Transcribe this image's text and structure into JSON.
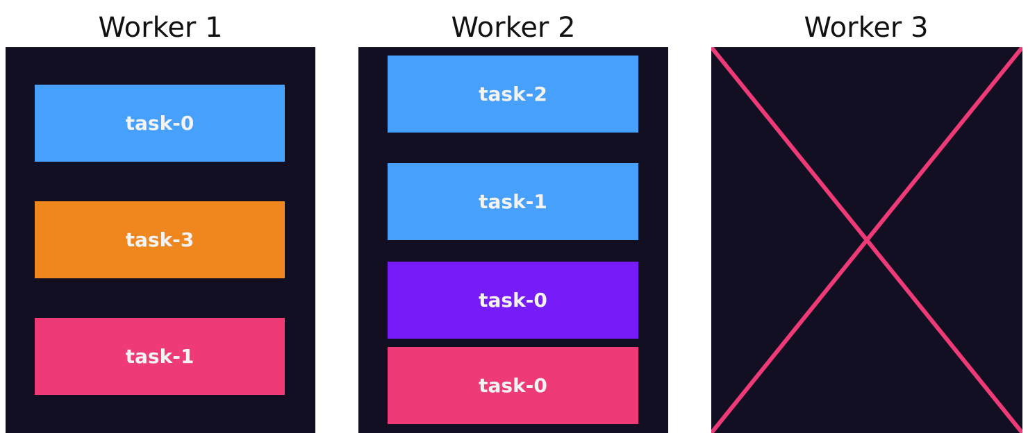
{
  "workers": [
    {
      "title": "Worker 1",
      "tasks": [
        {
          "label": "task-0",
          "color": "#47a1fc"
        },
        {
          "label": "task-3",
          "color": "#ef861e"
        },
        {
          "label": "task-1",
          "color": "#ef3a78"
        }
      ]
    },
    {
      "title": "Worker 2",
      "tasks": [
        {
          "label": "task-2",
          "color": "#47a1fc"
        },
        {
          "label": "task-1",
          "color": "#47a1fc"
        },
        {
          "label": "task-0",
          "color": "#771cf9"
        },
        {
          "label": "task-0",
          "color": "#ef3a78"
        }
      ]
    },
    {
      "title": "Worker 3",
      "tasks": [],
      "failed": true,
      "cross_color": "#ef3a78"
    }
  ],
  "panel_color": "#130f23"
}
